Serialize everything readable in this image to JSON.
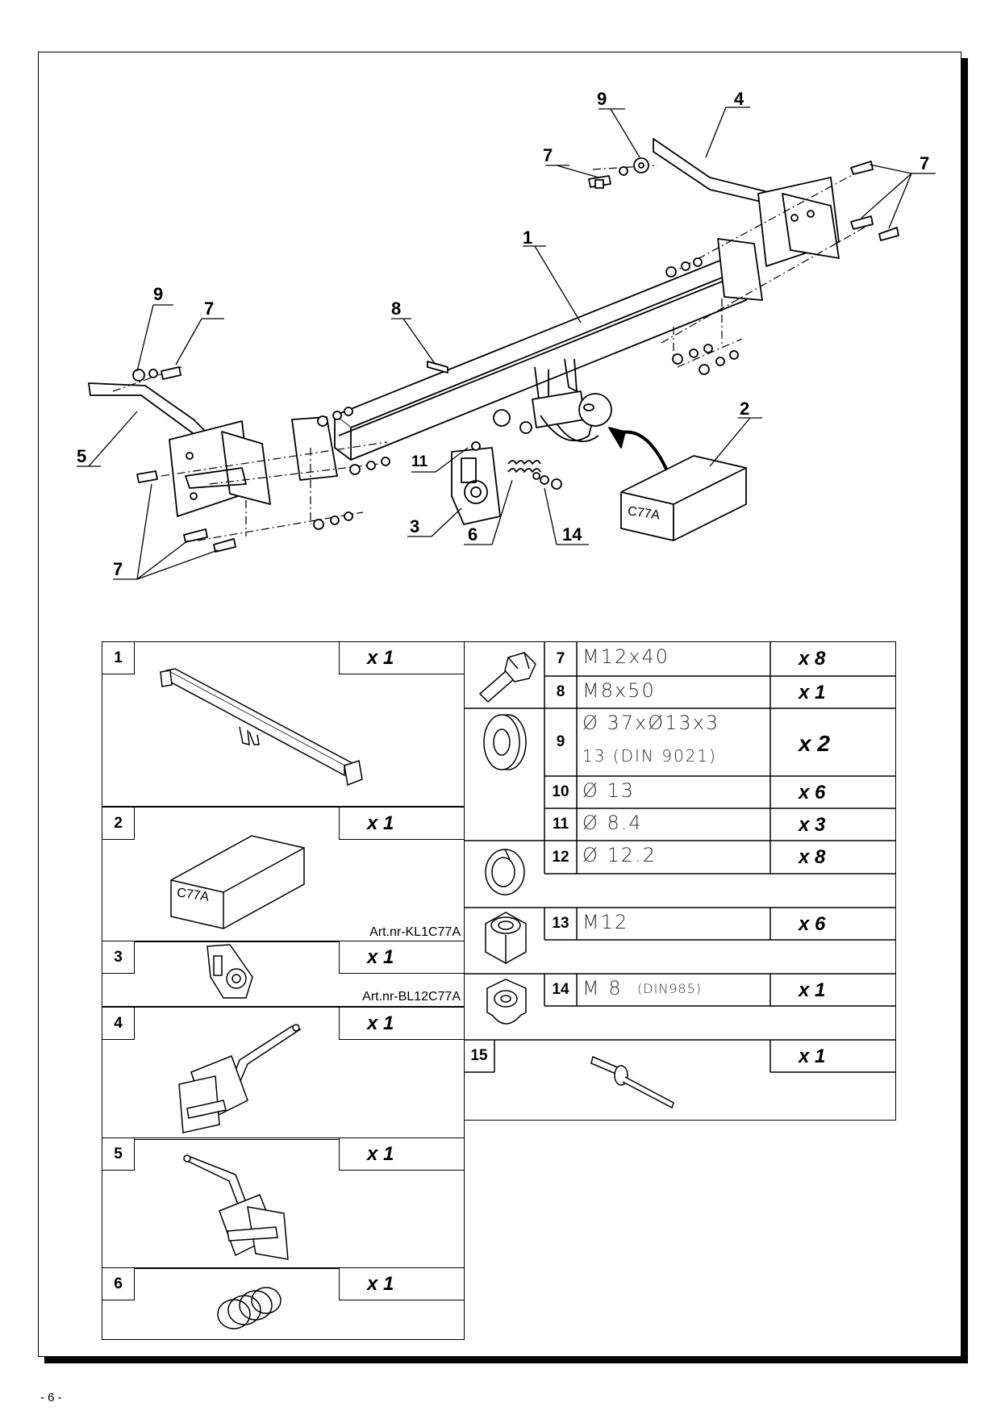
{
  "page_number": "- 6 -",
  "diagram": {
    "callouts": [
      "9",
      "4",
      "7",
      "7",
      "1",
      "9",
      "7",
      "8",
      "5",
      "11",
      "3",
      "6",
      "14",
      "2",
      "7"
    ],
    "box_label": "C77A"
  },
  "parts_left": [
    {
      "no": "1",
      "qty": "x 1",
      "artnr": ""
    },
    {
      "no": "2",
      "qty": "x 1",
      "artnr": "Art.nr-KL1C77A",
      "box_label": "C77A"
    },
    {
      "no": "3",
      "qty": "x 1",
      "artnr": "Art.nr-BL12C77A"
    },
    {
      "no": "4",
      "qty": "x 1",
      "artnr": ""
    },
    {
      "no": "5",
      "qty": "x 1",
      "artnr": ""
    },
    {
      "no": "6",
      "qty": "x 1",
      "artnr": ""
    }
  ],
  "parts_right": [
    {
      "no": "7",
      "spec": "M12x40",
      "qty": "x 8"
    },
    {
      "no": "8",
      "spec": "M8x50",
      "qty": "x 1"
    },
    {
      "no": "9",
      "spec": "Ø 37xØ13x3",
      "spec2": "13  (DIN 9021)",
      "qty": "x 2"
    },
    {
      "no": "10",
      "spec": "Ø 13",
      "qty": "x 6"
    },
    {
      "no": "11",
      "spec": "Ø 8.4",
      "qty": "x 3"
    },
    {
      "no": "12",
      "spec": "Ø 12.2",
      "qty": "x 8"
    },
    {
      "no": "13",
      "spec": "M12",
      "qty": "x 6"
    },
    {
      "no": "14",
      "spec": "M 8",
      "spec_small": "(DIN985)",
      "qty": "x 1"
    },
    {
      "no": "15",
      "spec": "",
      "qty": "x 1"
    }
  ]
}
